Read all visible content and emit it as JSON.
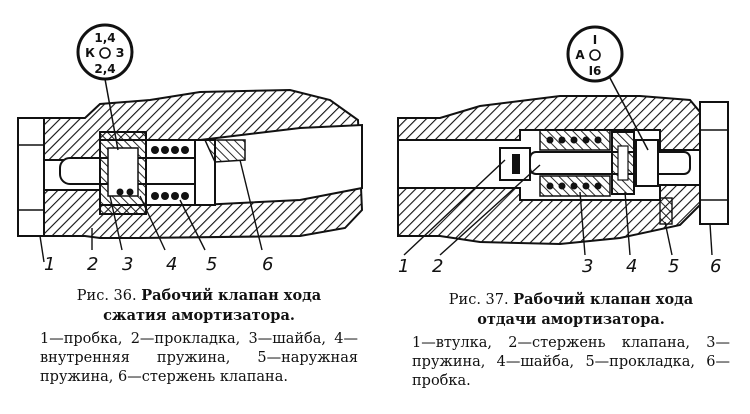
{
  "figures": [
    {
      "stamp": {
        "left": "К",
        "top": "1,4",
        "right": "З",
        "bottom": "2,4"
      },
      "callouts": [
        "1",
        "2",
        "3",
        "4",
        "5",
        "6"
      ],
      "caption_prefix": "Рис. 36.",
      "caption_title_1": "Рабочий клапан хода",
      "caption_title_2": "сжатия амортизатора.",
      "legend": "1—пробка, 2—прокладка, 3—шайба, 4—внутренняя пружина, 5—наружная пружина, 6—стержень клапана."
    },
    {
      "stamp": {
        "left": "А",
        "top": "I",
        "right": "",
        "bottom": "I6"
      },
      "callouts": [
        "1",
        "2",
        "3",
        "4",
        "5",
        "6"
      ],
      "caption_prefix": "Рис. 37.",
      "caption_title_1": "Рабочий клапан хода",
      "caption_title_2": "отдачи амортизатора.",
      "legend": "1—втулка, 2—стержень клапана, 3—пружина, 4—шайба, 5—прокладка, 6—пробка."
    }
  ],
  "colors": {
    "ink": "#111111",
    "paper": "#ffffff"
  }
}
